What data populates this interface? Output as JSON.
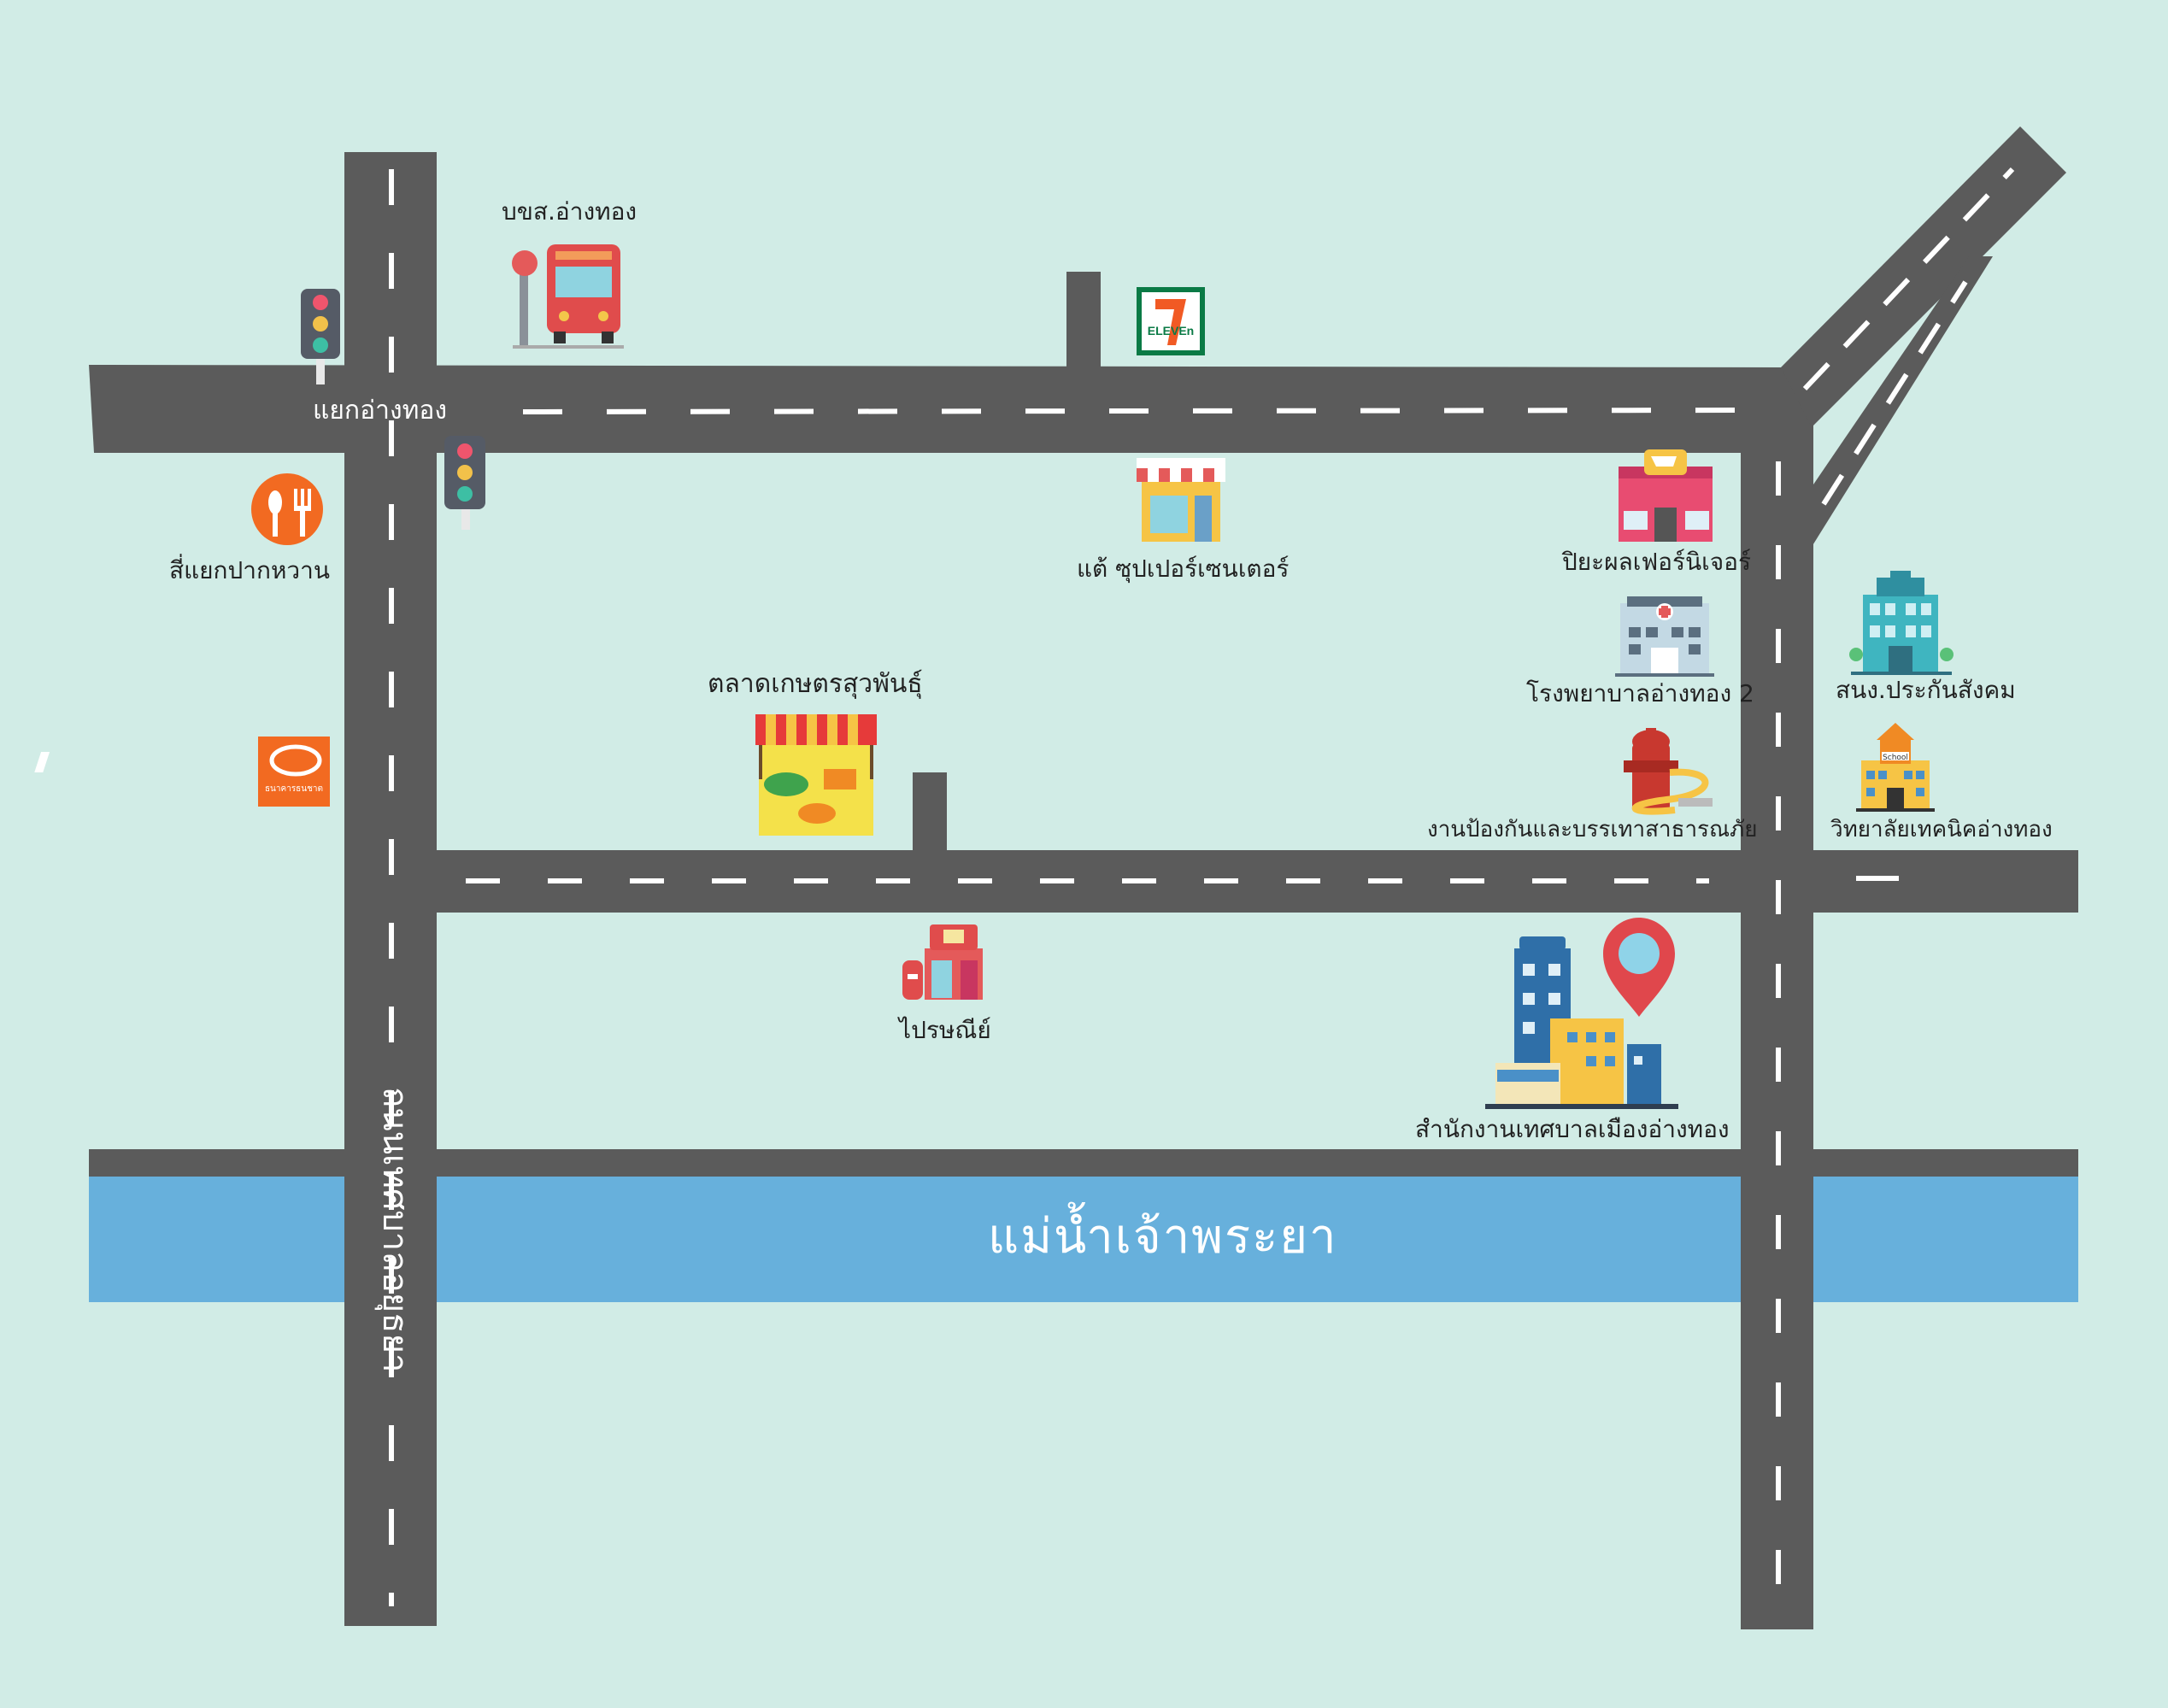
{
  "map": {
    "river_label": "แม่น้ำเจ้าพระยา",
    "vertical_road_label": "ถนนเทศบาลอยุธยา",
    "intersection_label": "แยกอ่างทอง",
    "colors": {
      "background": "#d1ece6",
      "road": "#5b5b5b",
      "road_marking": "#ffffff",
      "river": "#67b0dc"
    }
  },
  "places": [
    {
      "id": "bus-station",
      "label": "บขส.อ่างทอง",
      "icon": "bus-stop-icon"
    },
    {
      "id": "seven-eleven",
      "label": "",
      "icon": "seven-eleven-icon",
      "logo_text": "ELEVEn"
    },
    {
      "id": "restaurant",
      "label": "สี่แยกปากหวาน",
      "icon": "restaurant-icon"
    },
    {
      "id": "supercenter",
      "label": "แต้ ซุปเปอร์เซนเตอร์",
      "icon": "shop-icon"
    },
    {
      "id": "furniture",
      "label": "ปิยะผลเฟอร์นิเจอร์",
      "icon": "furniture-store-icon"
    },
    {
      "id": "hospital",
      "label": "โรงพยาบาลอ่างทอง 2",
      "icon": "hospital-icon"
    },
    {
      "id": "social-security",
      "label": "สนง.ประกันสังคม",
      "icon": "office-building-icon"
    },
    {
      "id": "market",
      "label": "ตลาดเกษตรสุวพันธุ์",
      "icon": "market-stall-icon"
    },
    {
      "id": "bank",
      "label": "",
      "icon": "bank-logo-icon",
      "logo_text": "ธนาคารธนชาต"
    },
    {
      "id": "fire-dept",
      "label": "งานป้องกันและบรรเทาสาธารณภัย",
      "icon": "fire-hydrant-icon"
    },
    {
      "id": "college",
      "label": "วิทยาลัยเทคนิคอ่างทอง",
      "icon": "school-icon",
      "sign_text": "School"
    },
    {
      "id": "post-office",
      "label": "ไปรษณีย์",
      "icon": "post-office-icon"
    },
    {
      "id": "municipality",
      "label": "สำนักงานเทศบาลเมืองอ่างทอง",
      "icon": "city-location-icon"
    }
  ]
}
